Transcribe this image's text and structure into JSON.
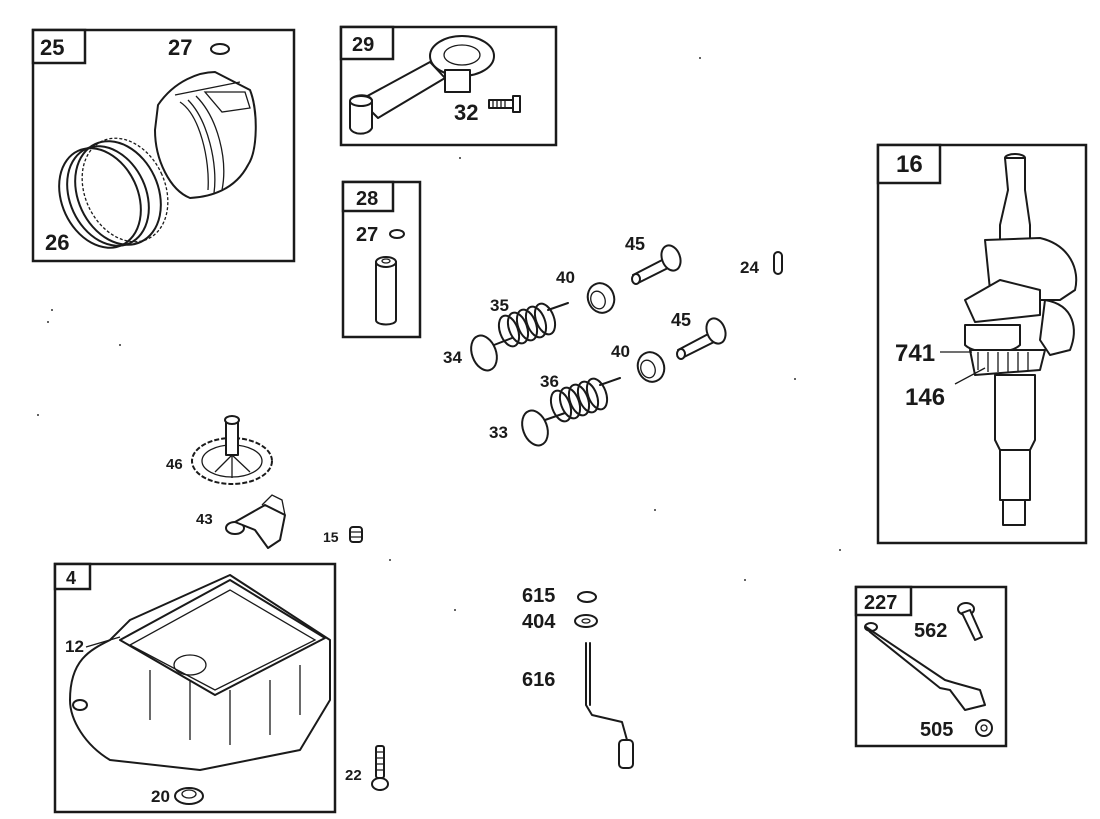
{
  "diagram": {
    "title": "",
    "groups": [
      {
        "id": "25",
        "parts": [
          "27",
          "26"
        ],
        "description": "piston assembly with rings"
      },
      {
        "id": "29",
        "parts": [
          "32"
        ],
        "description": "connecting rod with bolt"
      },
      {
        "id": "28",
        "parts": [
          "27"
        ],
        "description": "piston pin with retainer"
      },
      {
        "id": "16",
        "parts": [
          "741",
          "146"
        ],
        "description": "crankshaft with key and timing gear"
      },
      {
        "id": "4",
        "parts": [
          "12",
          "20"
        ],
        "description": "crankcase sump with gasket and seal"
      },
      {
        "id": "227",
        "parts": [
          "562",
          "505"
        ],
        "description": "governor lever with bolt and nut"
      }
    ],
    "labels": {
      "g25": "25",
      "p27a": "27",
      "p26": "26",
      "g29": "29",
      "p32": "32",
      "g28": "28",
      "p27b": "27",
      "p45a": "45",
      "p45b": "45",
      "p24": "24",
      "p40a": "40",
      "p40b": "40",
      "p35": "35",
      "p34": "34",
      "p36": "36",
      "p33": "33",
      "g16": "16",
      "p741": "741",
      "p146": "146",
      "p46": "46",
      "p43": "43",
      "p15": "15",
      "g4": "4",
      "p12": "12",
      "p20": "20",
      "p22": "22",
      "p615": "615",
      "p404": "404",
      "p616": "616",
      "g227": "227",
      "p562": "562",
      "p505": "505"
    }
  },
  "colors": {
    "ink": "#1a1a1a",
    "paper": "#ffffff"
  }
}
